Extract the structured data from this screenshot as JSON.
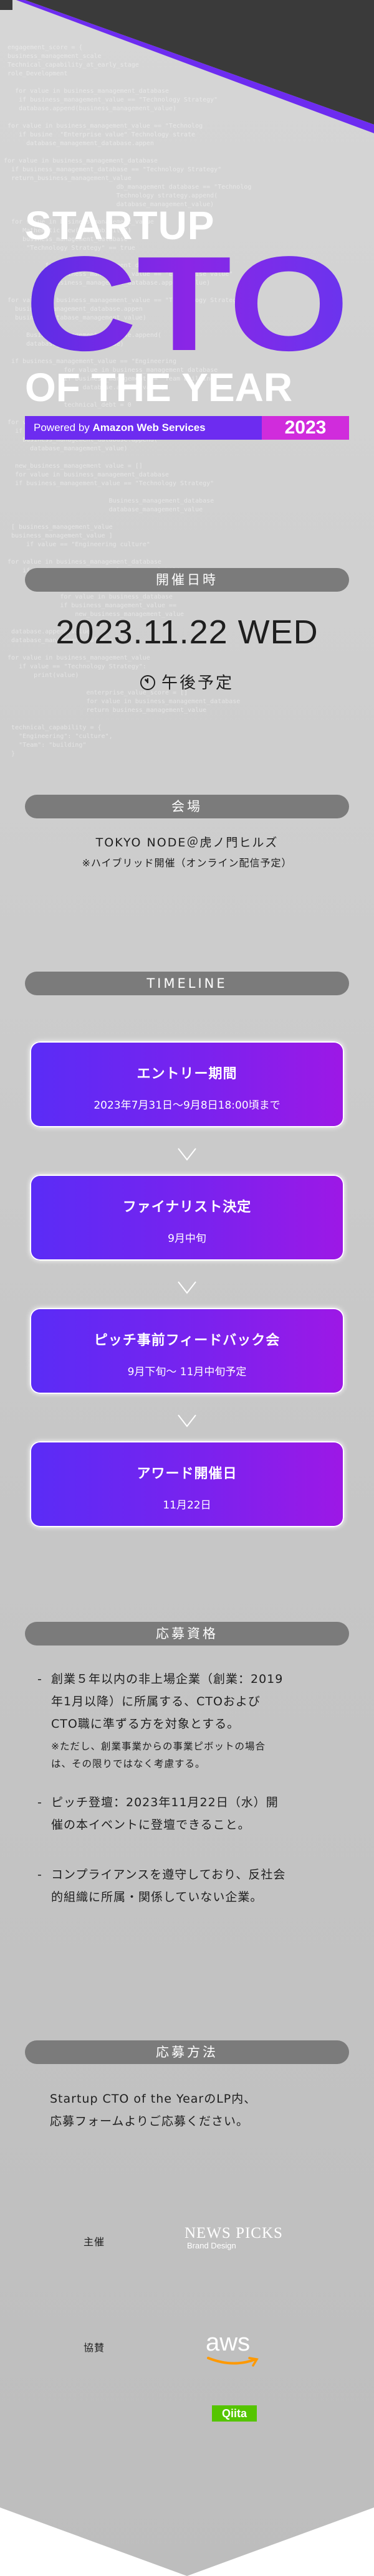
{
  "colors": {
    "primary": "#6d2cf0",
    "accent": "#d02cdc",
    "pill": "#7b7b7b",
    "qiita": "#55c500"
  },
  "title": {
    "line1": "STARTUP",
    "line2": "CTO",
    "line3": "OF THE YEAR",
    "powered_prefix": "Powered by",
    "powered_by": "Amazon Web Services",
    "year": "2023"
  },
  "date_section": {
    "header": "開催日時",
    "date": "2023.11.22 WED",
    "icon": "clock-icon",
    "time": "午後予定"
  },
  "venue_section": {
    "header": "会場",
    "place": "TOKYO NODE＠虎ノ門ヒルズ",
    "note": "※ハイブリッド開催（オンライン配信予定）"
  },
  "timeline": {
    "header": "TIMELINE",
    "items": [
      {
        "title": "エントリー期間",
        "sub": "2023年7月31日～9月8日18:00頃まで"
      },
      {
        "title": "ファイナリスト決定",
        "sub": "9月中旬"
      },
      {
        "title": "ピッチ事前フィードバック会",
        "sub": "9月下旬～ 11月中旬予定"
      },
      {
        "title": "アワード開催日",
        "sub": "11月22日"
      }
    ]
  },
  "qualification": {
    "header": "応募資格",
    "items": [
      {
        "lines": [
          "創業５年以内の非上場企業（創業：2019",
          "年1月以降）に所属する、CTOおよび",
          "CTO職に準ずる方を対象とする。"
        ],
        "note": [
          "※ただし、創業事業からの事業ピボットの場合",
          "は、その限りではなく考慮する。"
        ]
      },
      {
        "lines": [
          "ピッチ登壇：2023年11月22日（水）開",
          "催の本イベントに登壇できること。"
        ]
      },
      {
        "lines": [
          "コンプライアンスを遵守しており、反社会",
          "的組織に所属・関係していない企業。"
        ]
      }
    ]
  },
  "application": {
    "header": "応募方法",
    "lines": [
      "Startup CTO of the YearのLP内、",
      "応募フォームよりご応募ください。"
    ]
  },
  "organizers": {
    "host_label": "主催",
    "host_logo_line1": "NEWS PICKS",
    "host_logo_line2": "Brand Design",
    "support_label": "協賛",
    "sponsor1": "aws",
    "sponsor2": "Qiita"
  }
}
